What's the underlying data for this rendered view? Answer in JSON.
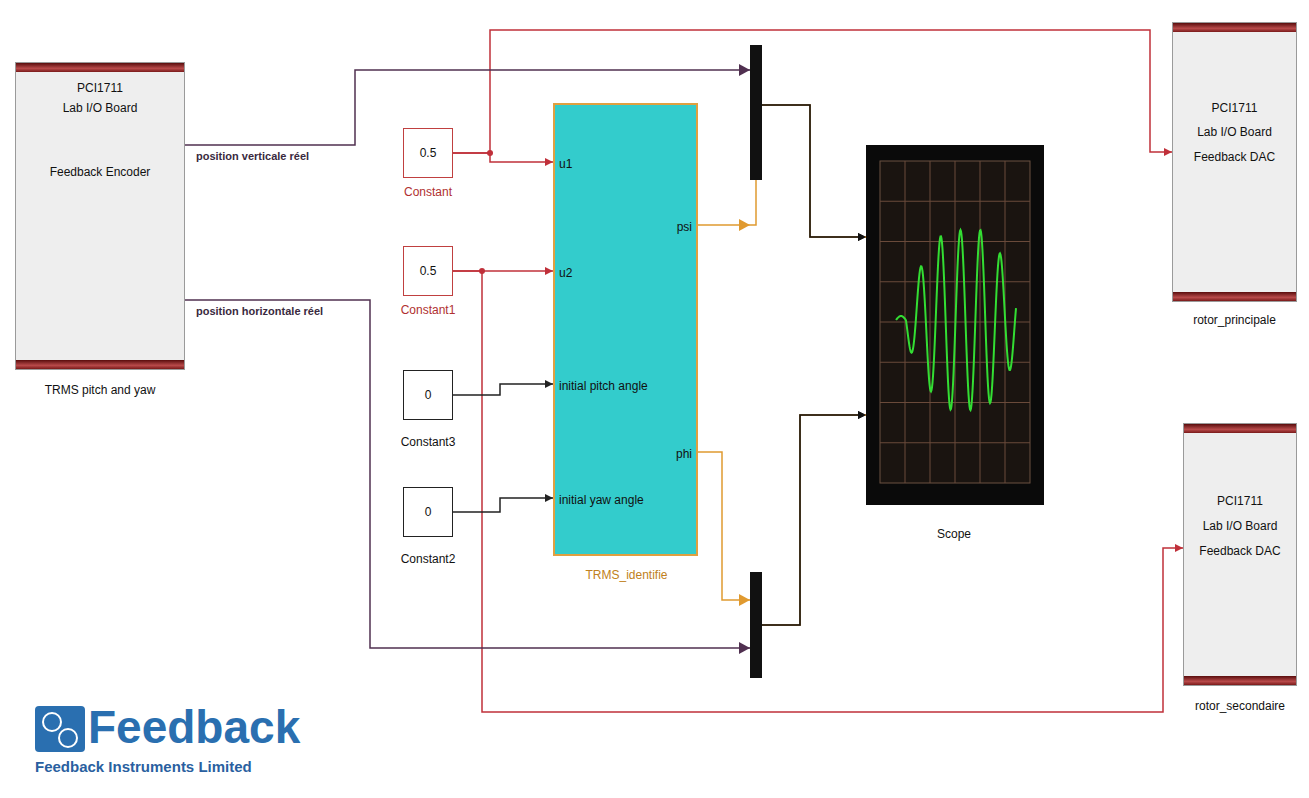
{
  "diagram": {
    "nodes": [
      {
        "text": [
          "PCI1711",
          "Lab I/O Board",
          "Feedback Encoder",
          "TRMS pitch and yaw"
        ]
      },
      {
        "text": [
          "0.5",
          "Constant"
        ]
      },
      {
        "text": [
          "0.5",
          "Constant1"
        ]
      },
      {
        "text": [
          "0",
          "Constant3"
        ]
      },
      {
        "text": [
          "0",
          "Constant2"
        ]
      },
      {
        "text": [
          "u1",
          "u2",
          "initial pitch angle",
          "initial yaw angle",
          "psi",
          "phi",
          "TRMS_identifie"
        ]
      },
      {
        "text": [
          "Scope"
        ]
      },
      {
        "text": [
          "PCI1711",
          "Lab I/O Board",
          "Feedback DAC",
          "rotor_principale"
        ]
      },
      {
        "text": [
          "PCI1711",
          "Lab I/O Board",
          "Feedback DAC",
          "rotor_secondaire"
        ]
      }
    ],
    "edges": [
      {
        "from": 1,
        "to": 5,
        "arrow": "to"
      },
      {
        "from": 1,
        "to": 7,
        "arrow": "to"
      },
      {
        "from": 2,
        "to": 5,
        "arrow": "to"
      },
      {
        "from": 2,
        "to": 8,
        "arrow": "to"
      },
      {
        "from": 3,
        "to": 5,
        "arrow": "to"
      },
      {
        "from": 4,
        "to": 5,
        "arrow": "to"
      },
      {
        "from": 0,
        "to": 6,
        "label": "position verticale réel",
        "arrow": "to"
      },
      {
        "from": 5,
        "to": 6,
        "arrow": "to"
      },
      {
        "from": 0,
        "to": 6,
        "label": "position horizontale réel",
        "arrow": "to"
      },
      {
        "from": 5,
        "to": 6,
        "arrow": "to"
      }
    ],
    "labels": [
      "Feedback",
      "Feedback Instruments Limited"
    ]
  }
}
